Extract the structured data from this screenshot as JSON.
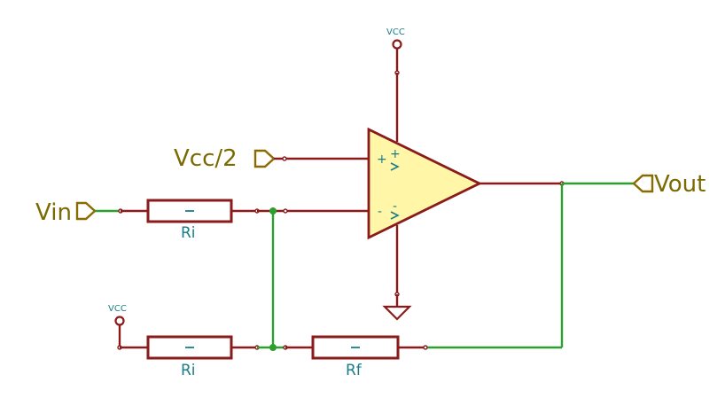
{
  "ports": {
    "vin": "Vin",
    "vcc_half": "Vcc/2",
    "vout": "Vout"
  },
  "power": {
    "top_label": "VCC",
    "left_label": "VCC"
  },
  "components": {
    "r_input_ref": "Ri",
    "r_bias_ref": "Ri",
    "r_feedback_ref": "Rf"
  },
  "opamp": {
    "plus_sign": "+",
    "minus_sign": "-",
    "plus_pin": "+",
    "minus_pin": "-"
  },
  "colors": {
    "wire": "#8b1a1a",
    "net_wire": "#2e9e2e",
    "opamp_fill": "#fff6a8",
    "label_text": "#7a6a00",
    "ref_text": "#1a7d8a"
  }
}
